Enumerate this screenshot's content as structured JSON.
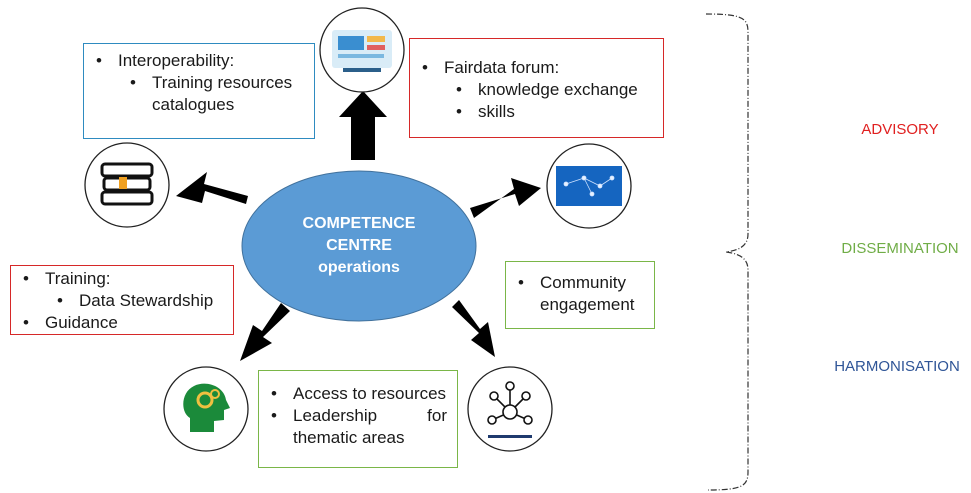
{
  "center": {
    "line1": "COMPETENCE",
    "line2": "CENTRE",
    "line3": "operations",
    "color": "#5b9bd5"
  },
  "boxes": {
    "interoperability": {
      "item": "Interoperability:",
      "sub_line1": "Training resources",
      "sub_line2": "catalogues"
    },
    "fairdata": {
      "item": "Fairdata forum:",
      "sub1": "knowledge exchange",
      "sub2": "skills"
    },
    "training": {
      "item1": "Training:",
      "sub1": "Data Stewardship",
      "item2": "Guidance"
    },
    "community": {
      "line1": "Community",
      "line2": "engagement"
    },
    "access": {
      "item1": "Access to resources",
      "item2_word1": "Leadership",
      "item2_word2": "for",
      "item2_line2": "thematic areas"
    }
  },
  "icons": {
    "top": "computer-dashboard-icon",
    "upper_left": "book-stack-icon",
    "upper_right": "network-map-icon",
    "lower_left": "head-gears-icon",
    "lower_right": "network-nodes-icon"
  },
  "side_labels": {
    "advisory": "ADVISORY",
    "dissemination": "DISSEMINATION",
    "harmonisation": "HARMONISATION"
  },
  "colors": {
    "advisory": "#e02020",
    "dissemination": "#70ad47",
    "harmonisation": "#2f5597",
    "arrow": "#000000"
  }
}
